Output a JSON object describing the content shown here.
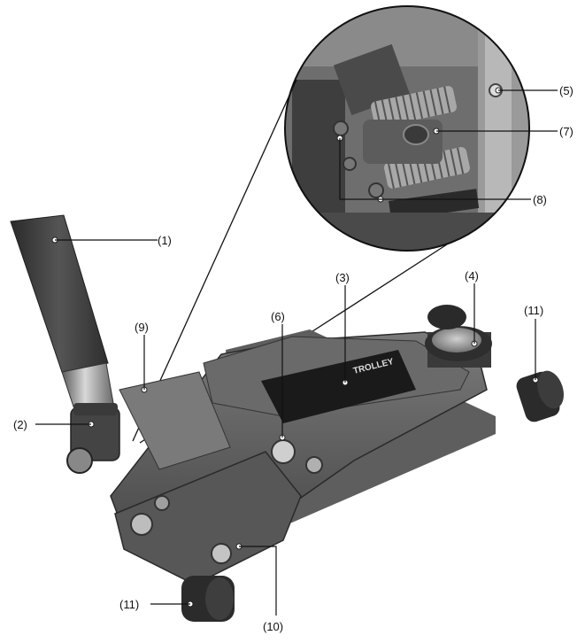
{
  "callouts": {
    "c1": "(1)",
    "c2": "(2)",
    "c3": "(3)",
    "c4": "(4)",
    "c5": "(5)",
    "c6": "(6)",
    "c7": "(7)",
    "c8": "(8)",
    "c9": "(9)",
    "c10": "(10)",
    "c11_right": "(11)",
    "c11_left": "(11)"
  },
  "decal": {
    "product_word": "TROLLEY"
  }
}
